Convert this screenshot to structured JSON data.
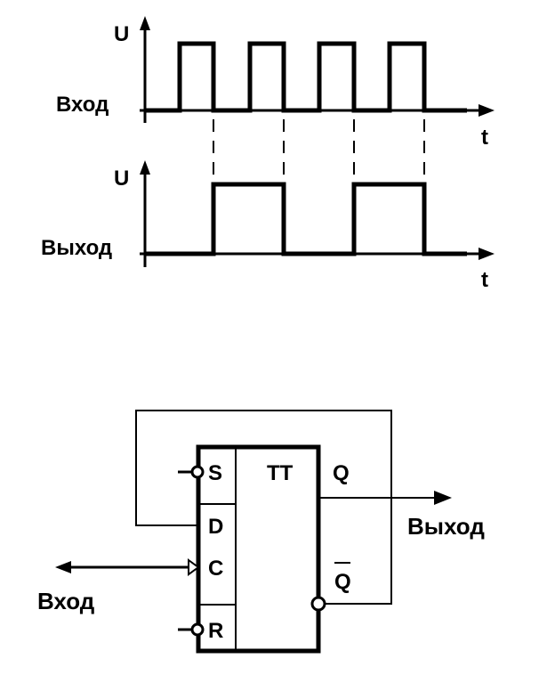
{
  "timing": {
    "input_axis_label": "U",
    "input_time_label": "t",
    "input_signal_label": "Вход",
    "output_axis_label": "U",
    "output_time_label": "t",
    "output_signal_label": "Выход"
  },
  "circuit": {
    "pin_s": "S",
    "pin_d": "D",
    "pin_c": "C",
    "pin_r": "R",
    "type_label": "TT",
    "out_q": "Q",
    "out_q_bar": "Q",
    "output_label": "Выход",
    "input_label": "Вход"
  }
}
